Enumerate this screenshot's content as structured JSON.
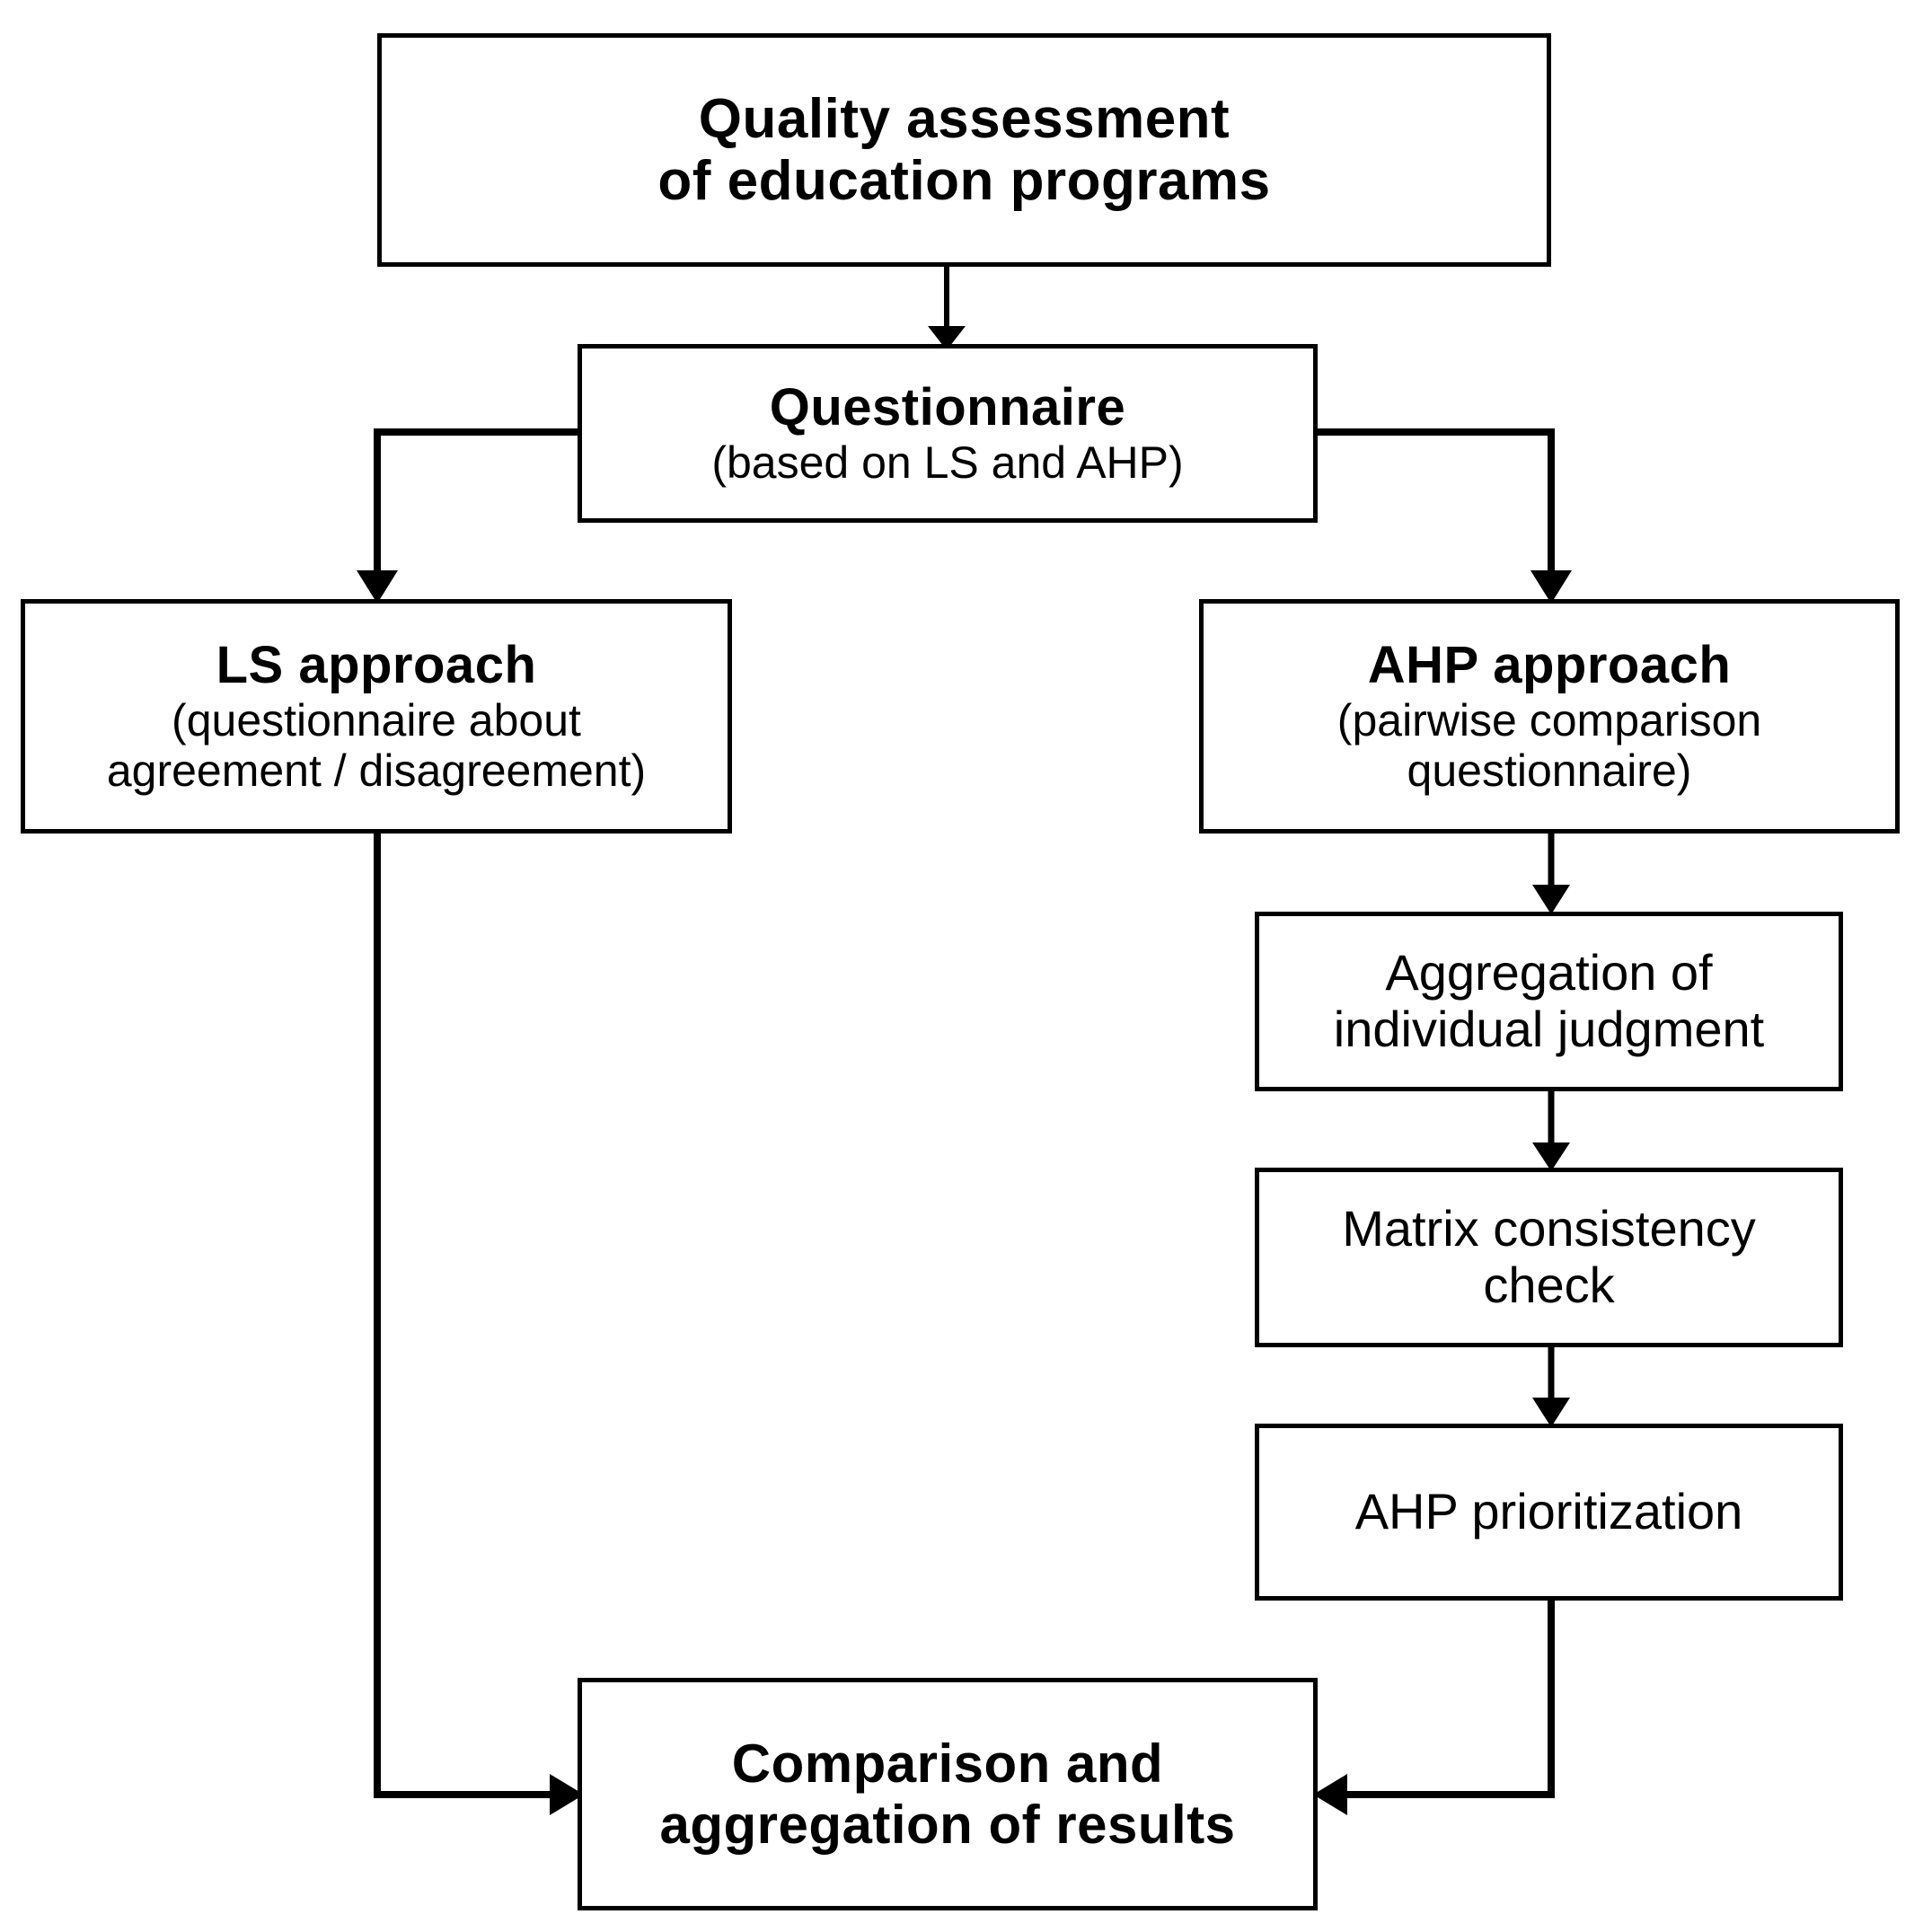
{
  "diagram": {
    "kind": "flowchart",
    "background_color": "#ffffff",
    "line_color": "#000000",
    "text_color": "#000000",
    "nodes": {
      "root": {
        "title": "Quality assessment\nof education programs",
        "subtitle": ""
      },
      "questionnaire": {
        "title": "Questionnaire",
        "subtitle": "(based on LS and AHP)"
      },
      "ls_approach": {
        "title": "LS approach",
        "subtitle": "(questionnaire about\nagreement / disagreement)"
      },
      "ahp_approach": {
        "title": "AHP approach",
        "subtitle": "(pairwise comparison\nquestionnaire)"
      },
      "aggregation": {
        "label": "Aggregation of\nindividual judgment"
      },
      "matrix_check": {
        "label": "Matrix consistency\ncheck"
      },
      "prioritization": {
        "label": "AHP prioritization"
      },
      "comparison": {
        "title": "Comparison and\naggregation of results",
        "subtitle": ""
      }
    },
    "edges": [
      {
        "from": "root",
        "to": "questionnaire",
        "style": "straight-down-arrow"
      },
      {
        "from": "questionnaire",
        "to": "ls_approach",
        "style": "elbow-left-down-arrow"
      },
      {
        "from": "questionnaire",
        "to": "ahp_approach",
        "style": "elbow-right-down-arrow"
      },
      {
        "from": "ahp_approach",
        "to": "aggregation",
        "style": "straight-down-arrow"
      },
      {
        "from": "aggregation",
        "to": "matrix_check",
        "style": "straight-down-arrow"
      },
      {
        "from": "matrix_check",
        "to": "prioritization",
        "style": "straight-down-arrow"
      },
      {
        "from": "ls_approach",
        "to": "comparison",
        "style": "elbow-down-right-arrow"
      },
      {
        "from": "prioritization",
        "to": "comparison",
        "style": "elbow-down-left-arrow"
      }
    ]
  }
}
